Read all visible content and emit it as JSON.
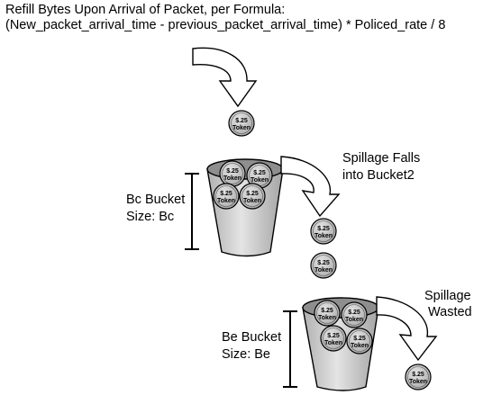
{
  "header": {
    "line1": "Refill Bytes Upon Arrival of Packet, per Formula:",
    "line2": "(New_packet_arrival_time - previous_packet_arrival_time) * Policed_rate / 8"
  },
  "token": {
    "amount": "$.25",
    "label": "Token"
  },
  "bc_bucket": {
    "line1": "Bc Bucket",
    "line2": "Size: Bc"
  },
  "be_bucket": {
    "line1": "Be Bucket",
    "line2": "Size: Be"
  },
  "spill1": {
    "line1": "Spillage Falls",
    "line2": "into Bucket2"
  },
  "spill2": {
    "line1": "Spillage",
    "line2": "Wasted"
  },
  "colors": {
    "bucket_fill": "#cfcfcf",
    "bucket_dark": "#9a9a9a",
    "token_fill": "#bdbdbd",
    "stroke": "#000000"
  }
}
